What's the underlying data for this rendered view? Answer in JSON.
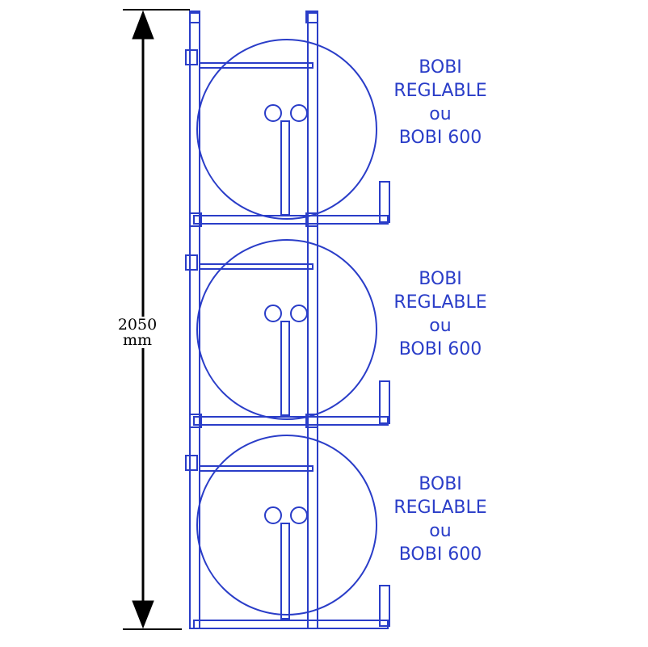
{
  "dimension": {
    "value": "2050",
    "unit": "mm"
  },
  "colors": {
    "drawing": "#2a3dc8",
    "dimension": "#000000",
    "background": "#ffffff"
  },
  "shelves": [
    {
      "line1": "BOBI",
      "line2": "REGLABLE",
      "line3": "ou",
      "line4": "BOBI 600"
    },
    {
      "line1": "BOBI",
      "line2": "REGLABLE",
      "line3": "ou",
      "line4": "BOBI 600"
    },
    {
      "line1": "BOBI",
      "line2": "REGLABLE",
      "line3": "ou",
      "line4": "BOBI 600"
    }
  ]
}
